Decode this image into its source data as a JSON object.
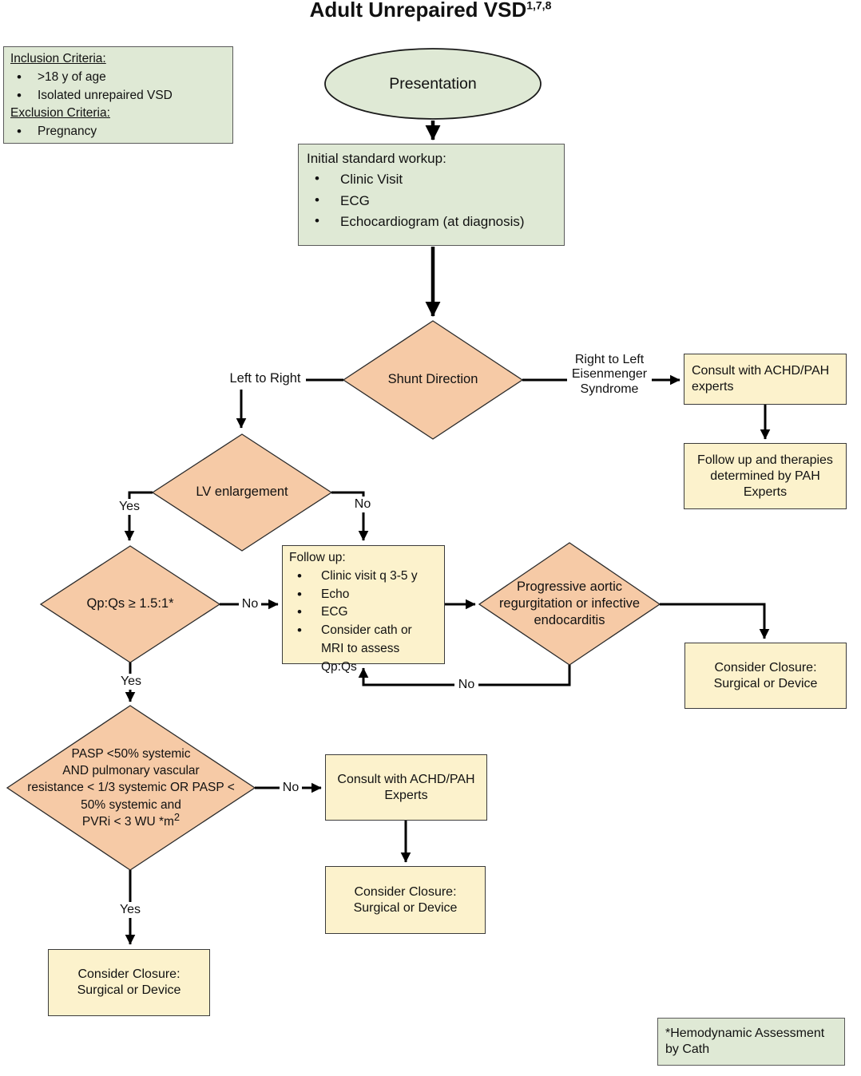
{
  "title": {
    "text": "Adult Unrepaired VSD",
    "superscript": "1,7,8"
  },
  "colors": {
    "green_fill": "#dfe9d5",
    "yellow_fill": "#fcf2cc",
    "peach_fill": "#f6caa6",
    "line": "#000000"
  },
  "criteria_box": {
    "inclusion_heading": "Inclusion Criteria:",
    "inclusion_items": [
      ">18 y of age",
      "Isolated unrepaired VSD"
    ],
    "exclusion_heading": "Exclusion Criteria:",
    "exclusion_items": [
      "Pregnancy"
    ]
  },
  "presentation_label": "Presentation",
  "workup_box": {
    "heading": "Initial standard workup:",
    "items": [
      "Clinic Visit",
      "ECG",
      "Echocardiogram (at diagnosis)"
    ]
  },
  "diamonds": {
    "shunt": "Shunt Direction",
    "lv": "LV enlargement",
    "qpqs": "Qp:Qs ≥ 1.5:1*",
    "aortic": "Progressive aortic regurgitation or infective endocarditis",
    "pasp": {
      "text": "PASP <50% systemic\nAND pulmonary vascular\nresistance < 1/3 systemic OR PASP <\n50% systemic and\nPVRi < 3 WU *m",
      "superscript": "2"
    }
  },
  "labels": {
    "left_to_right": "Left to Right",
    "right_to_left": "Right to Left Eisenmenger Syndrome",
    "lv_yes": "Yes",
    "lv_no": "No",
    "qpqs_no": "No",
    "qpqs_yes": "Yes",
    "aortic_no": "No",
    "pasp_no": "No",
    "pasp_yes": "Yes"
  },
  "boxes": {
    "consult_pah": "Consult with ACHD/PAH experts",
    "followup_pah": "Follow up and therapies determined by PAH Experts",
    "followup": {
      "heading": "Follow up:",
      "items": [
        "Clinic visit q 3-5 y",
        "Echo",
        "ECG",
        "Consider cath or MRI to assess Qp:Qs"
      ]
    },
    "closure_right": "Consider Closure: Surgical or Device",
    "consult_experts": "Consult with ACHD/PAH Experts",
    "closure_mid": "Consider Closure: Surgical or Device",
    "closure_left": "Consider Closure: Surgical or Device",
    "footnote": "*Hemodynamic Assessment by Cath"
  }
}
